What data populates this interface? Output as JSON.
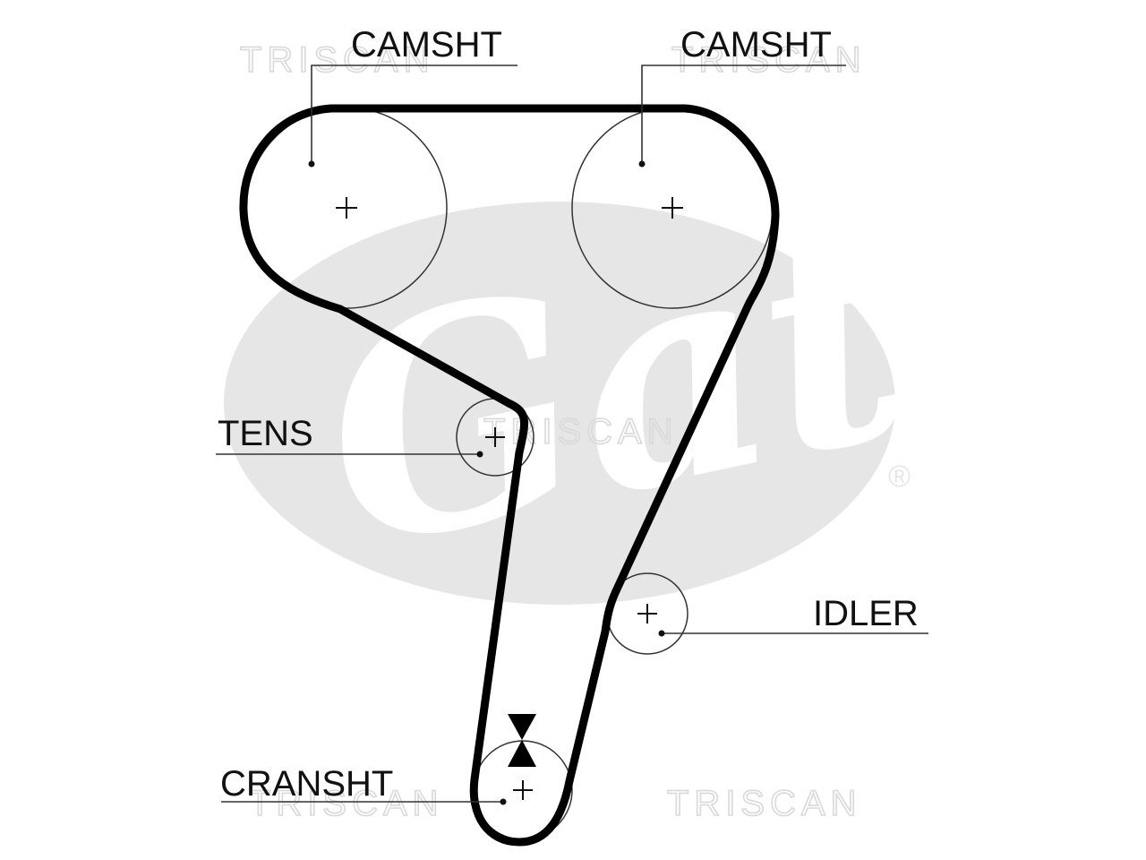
{
  "diagram": {
    "labels": {
      "camshaft_left": "CAMSHT",
      "camshaft_right": "CAMSHT",
      "tensioner": "TENS",
      "idler": "IDLER",
      "crankshaft": "CRANSHT"
    },
    "watermarks": {
      "brand_top_left": "TRISCAN",
      "brand_top_right": "TRISCAN",
      "brand_middle": "TRISCAN",
      "brand_bottom_left": "TRISCAN",
      "brand_bottom_right": "TRISCAN",
      "logo_text": "Gates",
      "registered_mark": "®"
    },
    "colors": {
      "belt": "#000000",
      "pulley": "#333333",
      "watermark": "#e6e6e6"
    }
  }
}
